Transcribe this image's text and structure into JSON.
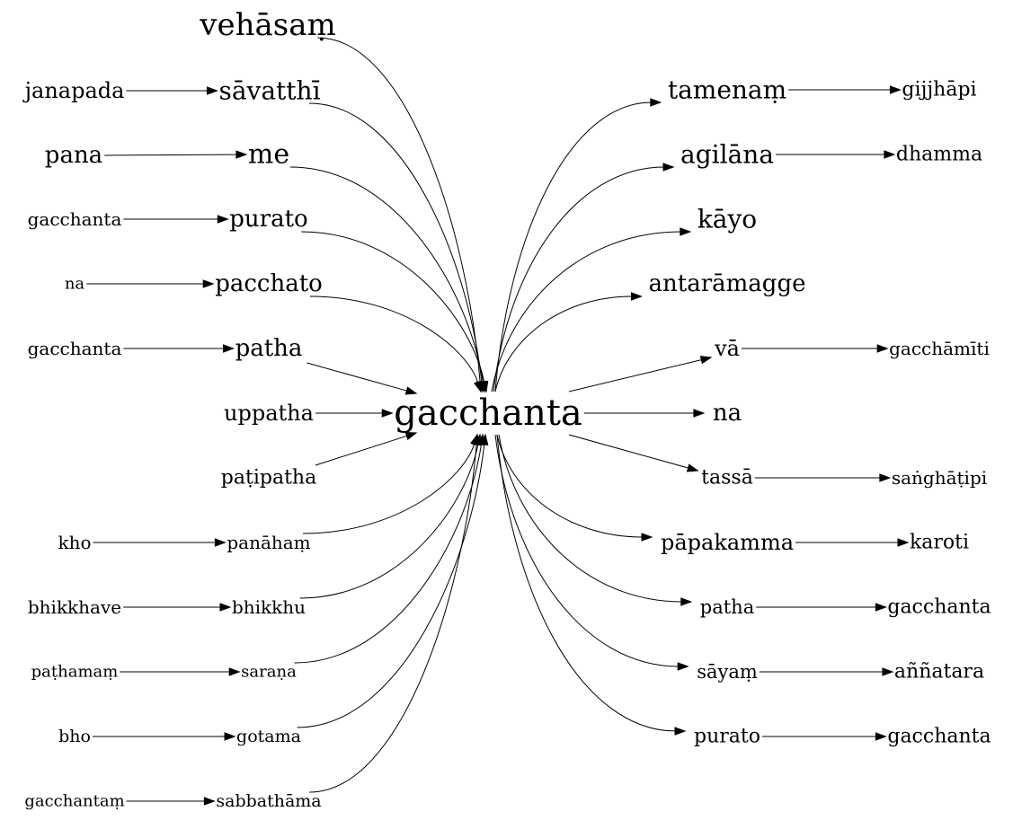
{
  "center": {
    "id": "gacchanta",
    "label": "gacchanta"
  },
  "left_inputs": [
    {
      "id": "vehasam",
      "label": "vehāsaṃ"
    },
    {
      "id": "savatthi",
      "label": "sāvatthī",
      "from": "janapada"
    },
    {
      "id": "me",
      "label": "me",
      "from": "pana"
    },
    {
      "id": "purato-l",
      "label": "purato",
      "from": "gacchanta"
    },
    {
      "id": "pacchato",
      "label": "pacchato",
      "from": "na"
    },
    {
      "id": "patha-l",
      "label": "patha",
      "from": "gacchanta"
    },
    {
      "id": "uppatha",
      "label": "uppatha"
    },
    {
      "id": "patipatha",
      "label": "paṭipatha"
    },
    {
      "id": "panaham",
      "label": "panāhaṃ",
      "from": "kho"
    },
    {
      "id": "bhikkhu",
      "label": "bhikkhu",
      "from": "bhikkhave"
    },
    {
      "id": "sarana",
      "label": "saraṇa",
      "from": "paṭhamaṃ"
    },
    {
      "id": "gotama",
      "label": "gotama",
      "from": "bho"
    },
    {
      "id": "sabbathama",
      "label": "sabbathāma",
      "from": "gacchantaṃ"
    }
  ],
  "right_outputs": [
    {
      "id": "tamenam",
      "label": "tamenaṃ",
      "to": "gijjhāpi"
    },
    {
      "id": "agilana",
      "label": "agilāna",
      "to": "dhamma"
    },
    {
      "id": "kayo",
      "label": "kāyo"
    },
    {
      "id": "antaramagge",
      "label": "antarāmagge"
    },
    {
      "id": "va",
      "label": "vā",
      "to": "gacchāmīti"
    },
    {
      "id": "na-r",
      "label": "na"
    },
    {
      "id": "tassa",
      "label": "tassā",
      "to": "saṅghāṭipi"
    },
    {
      "id": "papakamma",
      "label": "pāpakamma",
      "to": "karoti"
    },
    {
      "id": "patha-r",
      "label": "patha",
      "to": "gacchanta"
    },
    {
      "id": "sayam",
      "label": "sāyaṃ",
      "to": "aññatara"
    },
    {
      "id": "purato-r",
      "label": "purato",
      "to": "gacchanta"
    }
  ]
}
